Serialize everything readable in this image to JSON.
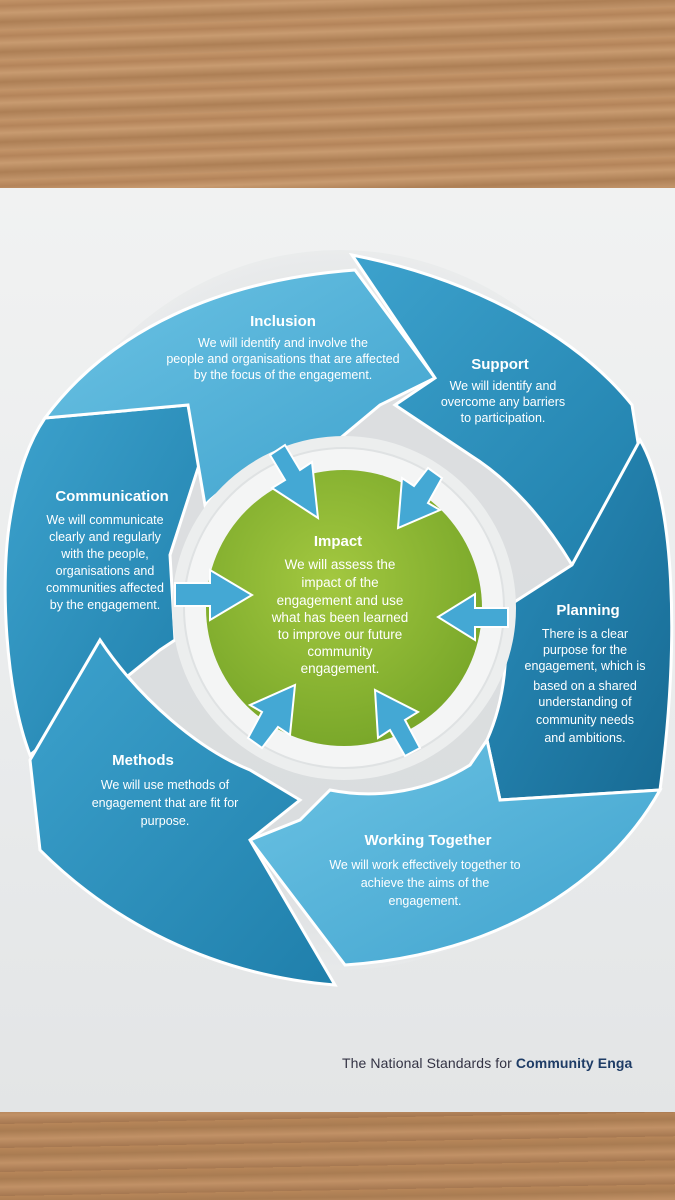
{
  "segments": {
    "inclusion": {
      "title": "Inclusion",
      "lines": [
        "We will identify and involve the",
        "people and organisations that are affected",
        "by the focus of the engagement."
      ]
    },
    "support": {
      "title": "Support",
      "lines": [
        "We will identify and",
        "overcome any barriers",
        "to participation."
      ]
    },
    "planning": {
      "title": "Planning",
      "lines": [
        "There is a clear",
        "purpose for the",
        "engagement, which is",
        "based on a shared",
        "understanding of",
        "community needs",
        "and ambitions."
      ]
    },
    "working_together": {
      "title": "Working Together",
      "lines": [
        "We will work effectively together to",
        "achieve the aims of the",
        "engagement."
      ]
    },
    "methods": {
      "title": "Methods",
      "lines": [
        "We will use methods of",
        "engagement that are fit for",
        "purpose."
      ]
    },
    "communication": {
      "title": "Communication",
      "lines": [
        "We will communicate",
        "clearly and regularly",
        "with the people,",
        "organisations and",
        "communities affected",
        "by the engagement."
      ]
    }
  },
  "impact": {
    "title": "Impact",
    "lines": [
      "We will assess the",
      "impact of the",
      "engagement and use",
      "what has been learned",
      "to improve our future",
      "community",
      "engagement."
    ]
  },
  "footer": {
    "prefix": "The National Standards for ",
    "bold": "Community Enga"
  },
  "colors": {
    "segment_light": "#5bb8dc",
    "segment_mid": "#2f93c0",
    "segment_dark": "#1f7ea8",
    "impact_green": "#8fb935"
  }
}
